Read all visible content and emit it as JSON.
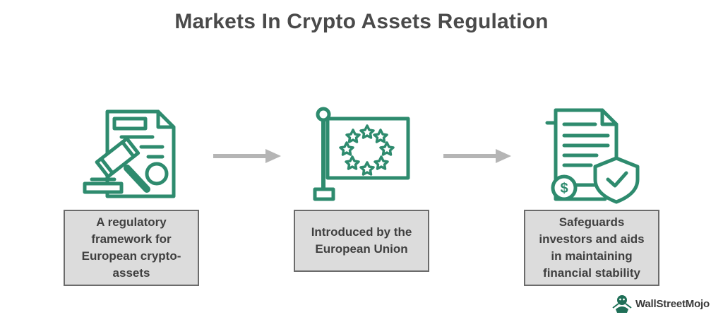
{
  "title": "Markets In Crypto Assets Regulation",
  "colors": {
    "accent": "#2e8b6e",
    "arrow": "#b5b5b5",
    "box_fill": "#dcdcdc",
    "box_border": "#6b6b6b",
    "text": "#404040"
  },
  "steps": [
    {
      "icon": "gavel-document-icon",
      "text": "A regulatory\nframework for\nEuropean crypto-\nassets"
    },
    {
      "icon": "eu-flag-icon",
      "text": "Introduced by the\nEuropean Union"
    },
    {
      "icon": "shield-document-icon",
      "text": "Safeguards\ninvestors and aids\nin maintaining\nfinancial stability"
    }
  ],
  "logo": {
    "text": "WallStreetMojo",
    "icon": "wallstreetmojo-logo-icon"
  }
}
